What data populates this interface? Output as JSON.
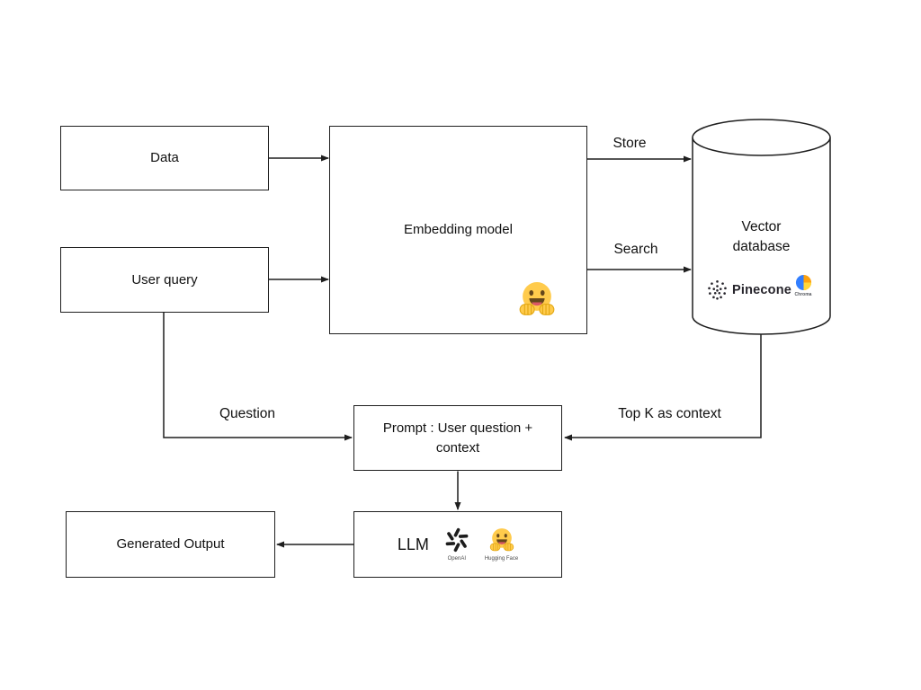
{
  "nodes": {
    "data": {
      "label": "Data"
    },
    "user_query": {
      "label": "User query"
    },
    "embedding_model": {
      "label": "Embedding model"
    },
    "vector_database": {
      "label": "Vector database"
    },
    "prompt": {
      "label": "Prompt : User question + context"
    },
    "llm": {
      "label": "LLM"
    },
    "generated_output": {
      "label": "Generated Output"
    }
  },
  "edges": {
    "store_label": "Store",
    "search_label": "Search",
    "question_label": "Question",
    "top_k_label": "Top K as context"
  },
  "logos": {
    "pinecone_label": "Pinecone",
    "chroma_label": "Chroma",
    "openai_label": "OpenAI",
    "huggingface_label": "Hugging Face"
  },
  "colors": {
    "line": "#1f1f1f",
    "background": "#ffffff",
    "huggingface_yellow": "#FFCB4C",
    "huggingface_brown": "#65471B",
    "chroma_blue": "#327EFF",
    "chroma_orange": "#FCA10E",
    "chroma_yellow": "#FFD639",
    "pinecone_text": "#26242b"
  }
}
